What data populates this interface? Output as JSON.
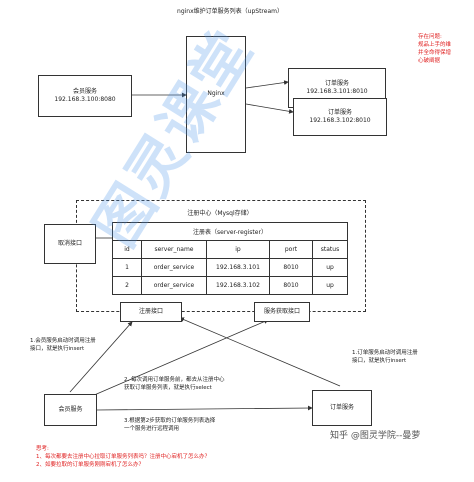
{
  "title": "nginx维护订单服务列表（upStream）",
  "member_service": {
    "name": "会员服务",
    "address": "192.168.3.100:8080"
  },
  "nginx": {
    "label": "Nginx"
  },
  "order_service_1": {
    "name": "订单服务",
    "address": "192.168.3.101:8010"
  },
  "order_service_2": {
    "name": "订单服务",
    "address": "192.168.3.102:8010"
  },
  "side_note": {
    "title": "存在问题:",
    "lines": [
      "规品上手的维",
      "并全命得保增",
      "心破阐据",
      "。"
    ]
  },
  "registry": {
    "title": "注册中心（Mysql存储）",
    "table_title": "注册表（server-register）",
    "columns": [
      "id",
      "server_name",
      "ip",
      "port",
      "status"
    ],
    "rows": [
      [
        "1",
        "order_service",
        "192.168.3.101",
        "8010",
        "up"
      ],
      [
        "2",
        "order_service",
        "192.168.3.102",
        "8010",
        "up"
      ]
    ]
  },
  "cancel_api": {
    "label": "取消接口"
  },
  "register_api": {
    "label": "注册接口"
  },
  "discovery_api": {
    "label": "服务获取接口"
  },
  "bottom_member": {
    "label": "会员服务"
  },
  "bottom_order": {
    "label": "订单服务"
  },
  "notes": {
    "step1_member": [
      "1.会员服务启动时调用注册",
      "接口，就是执行insert"
    ],
    "step1_order": [
      "1.订单服务启动时调用注册",
      "接口，就是执行insert"
    ],
    "step2": [
      "2. 每次调用订单服务前，都去从注册中心",
      "获取订单服务列表，就是执行select"
    ],
    "step3": [
      "3.根据第2步获取的订单服务列表选择",
      "一个服务进行远程调用"
    ]
  },
  "problems": {
    "title": "思考:",
    "lines": [
      "1、每次都要去注册中心拉取订单服务列表吗？注册中心宕机了怎么办？",
      "2、如要拉取的订单服务刚刚宕机了怎么办？"
    ]
  },
  "watermark": {
    "text": "图灵课堂"
  },
  "signature": {
    "text": "知乎 @图灵学院--曼萝"
  },
  "colors": {
    "accent_red": "#e02020",
    "watermark_blue": "#5096eb",
    "line": "#333333"
  }
}
